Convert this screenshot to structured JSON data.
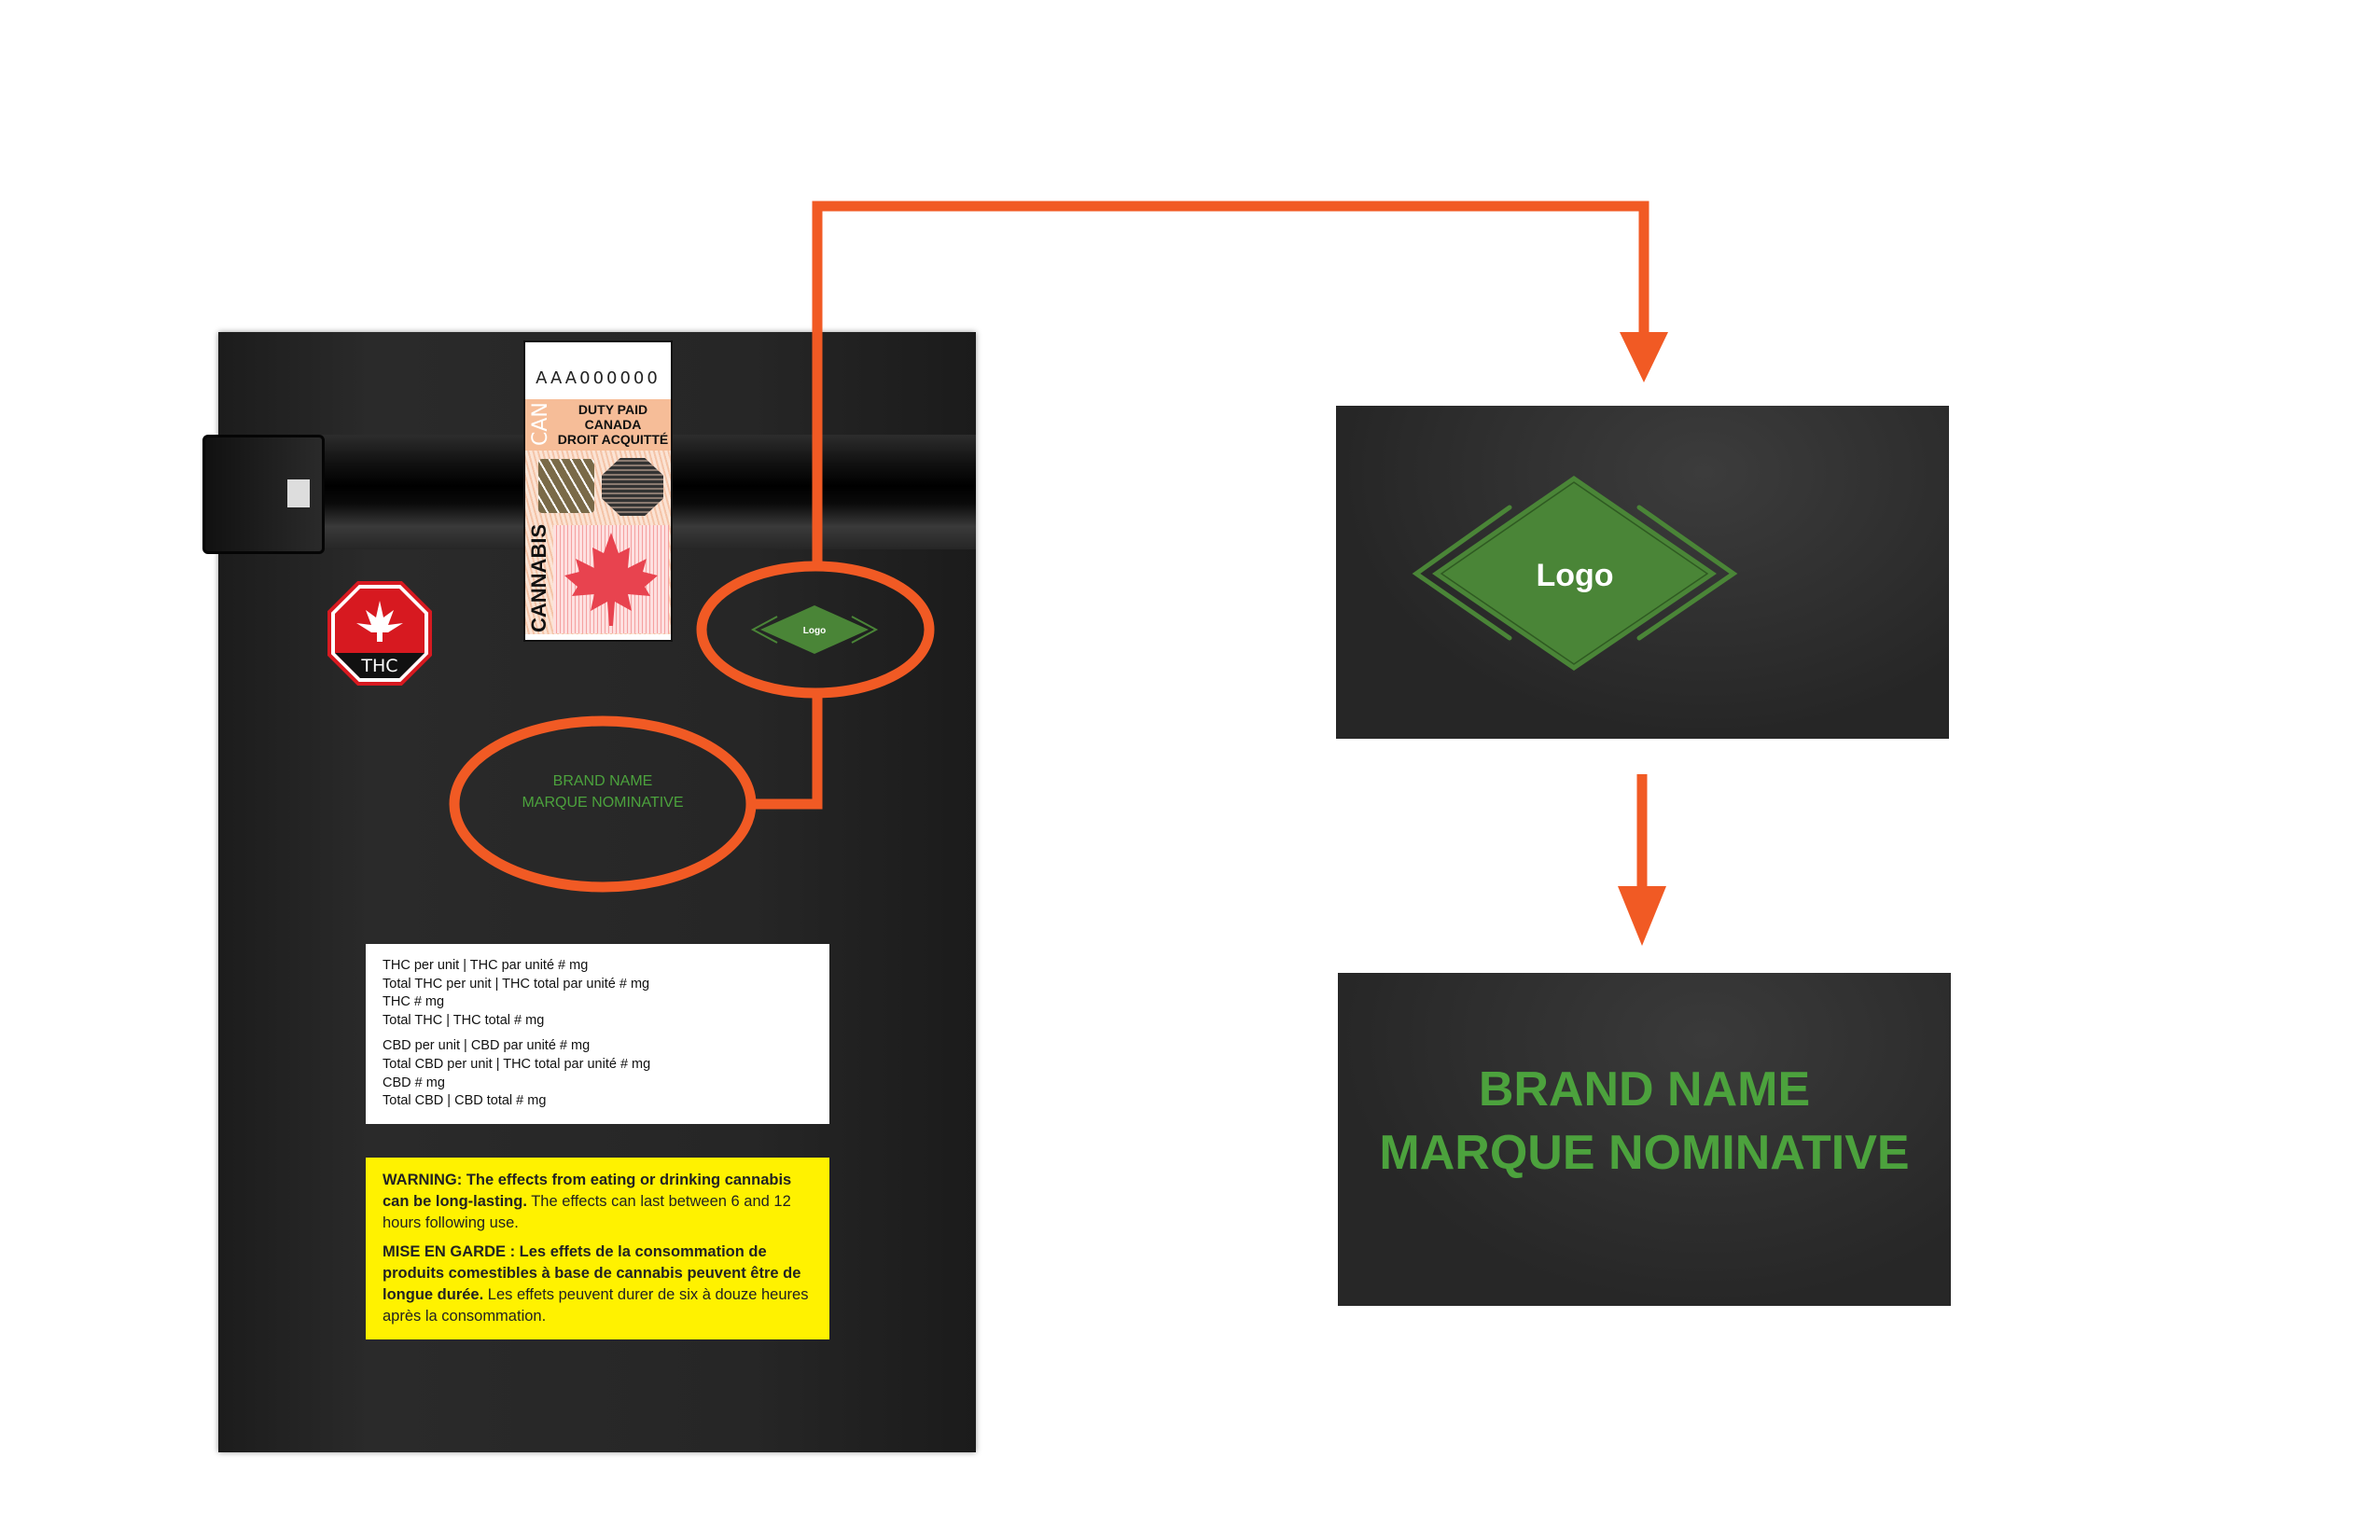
{
  "stamp": {
    "serial": "AAA000000",
    "side_label": "CAN",
    "duty_lines": [
      "DUTY PAID",
      "CANADA",
      "DROIT ACQUITTÉ"
    ],
    "vertical_label": "CANNABIS"
  },
  "thc_symbol": {
    "label": "THC"
  },
  "logo": {
    "label": "Logo"
  },
  "brand": {
    "line1": "BRAND NAME",
    "line2": "MARQUE NOMINATIVE"
  },
  "potency": {
    "thc_lines": [
      "THC per unit | THC par unité # mg",
      "Total THC per unit | THC total par unité # mg",
      "THC # mg",
      "Total THC | THC total # mg"
    ],
    "cbd_lines": [
      "CBD per unit | CBD par unité # mg",
      "Total CBD per unit | THC total par unité # mg",
      "CBD # mg",
      "Total CBD | CBD total # mg"
    ]
  },
  "warning": {
    "en_bold": "WARNING: The effects from eating or drinking cannabis can be long-lasting.",
    "en_regular": " The effects can last between 6 and 12 hours following use.",
    "fr_bold": "MISE EN GARDE : Les effets de la consommation de produits comestibles à base de cannabis peuvent être de longue durée.",
    "fr_regular": " Les effets peuvent durer de six à douze heures après la consommation."
  },
  "colors": {
    "accent": "#f15a24",
    "brand_green": "#4ca23d",
    "logo_green": "#4a8537",
    "warning_yellow": "#fff200"
  }
}
